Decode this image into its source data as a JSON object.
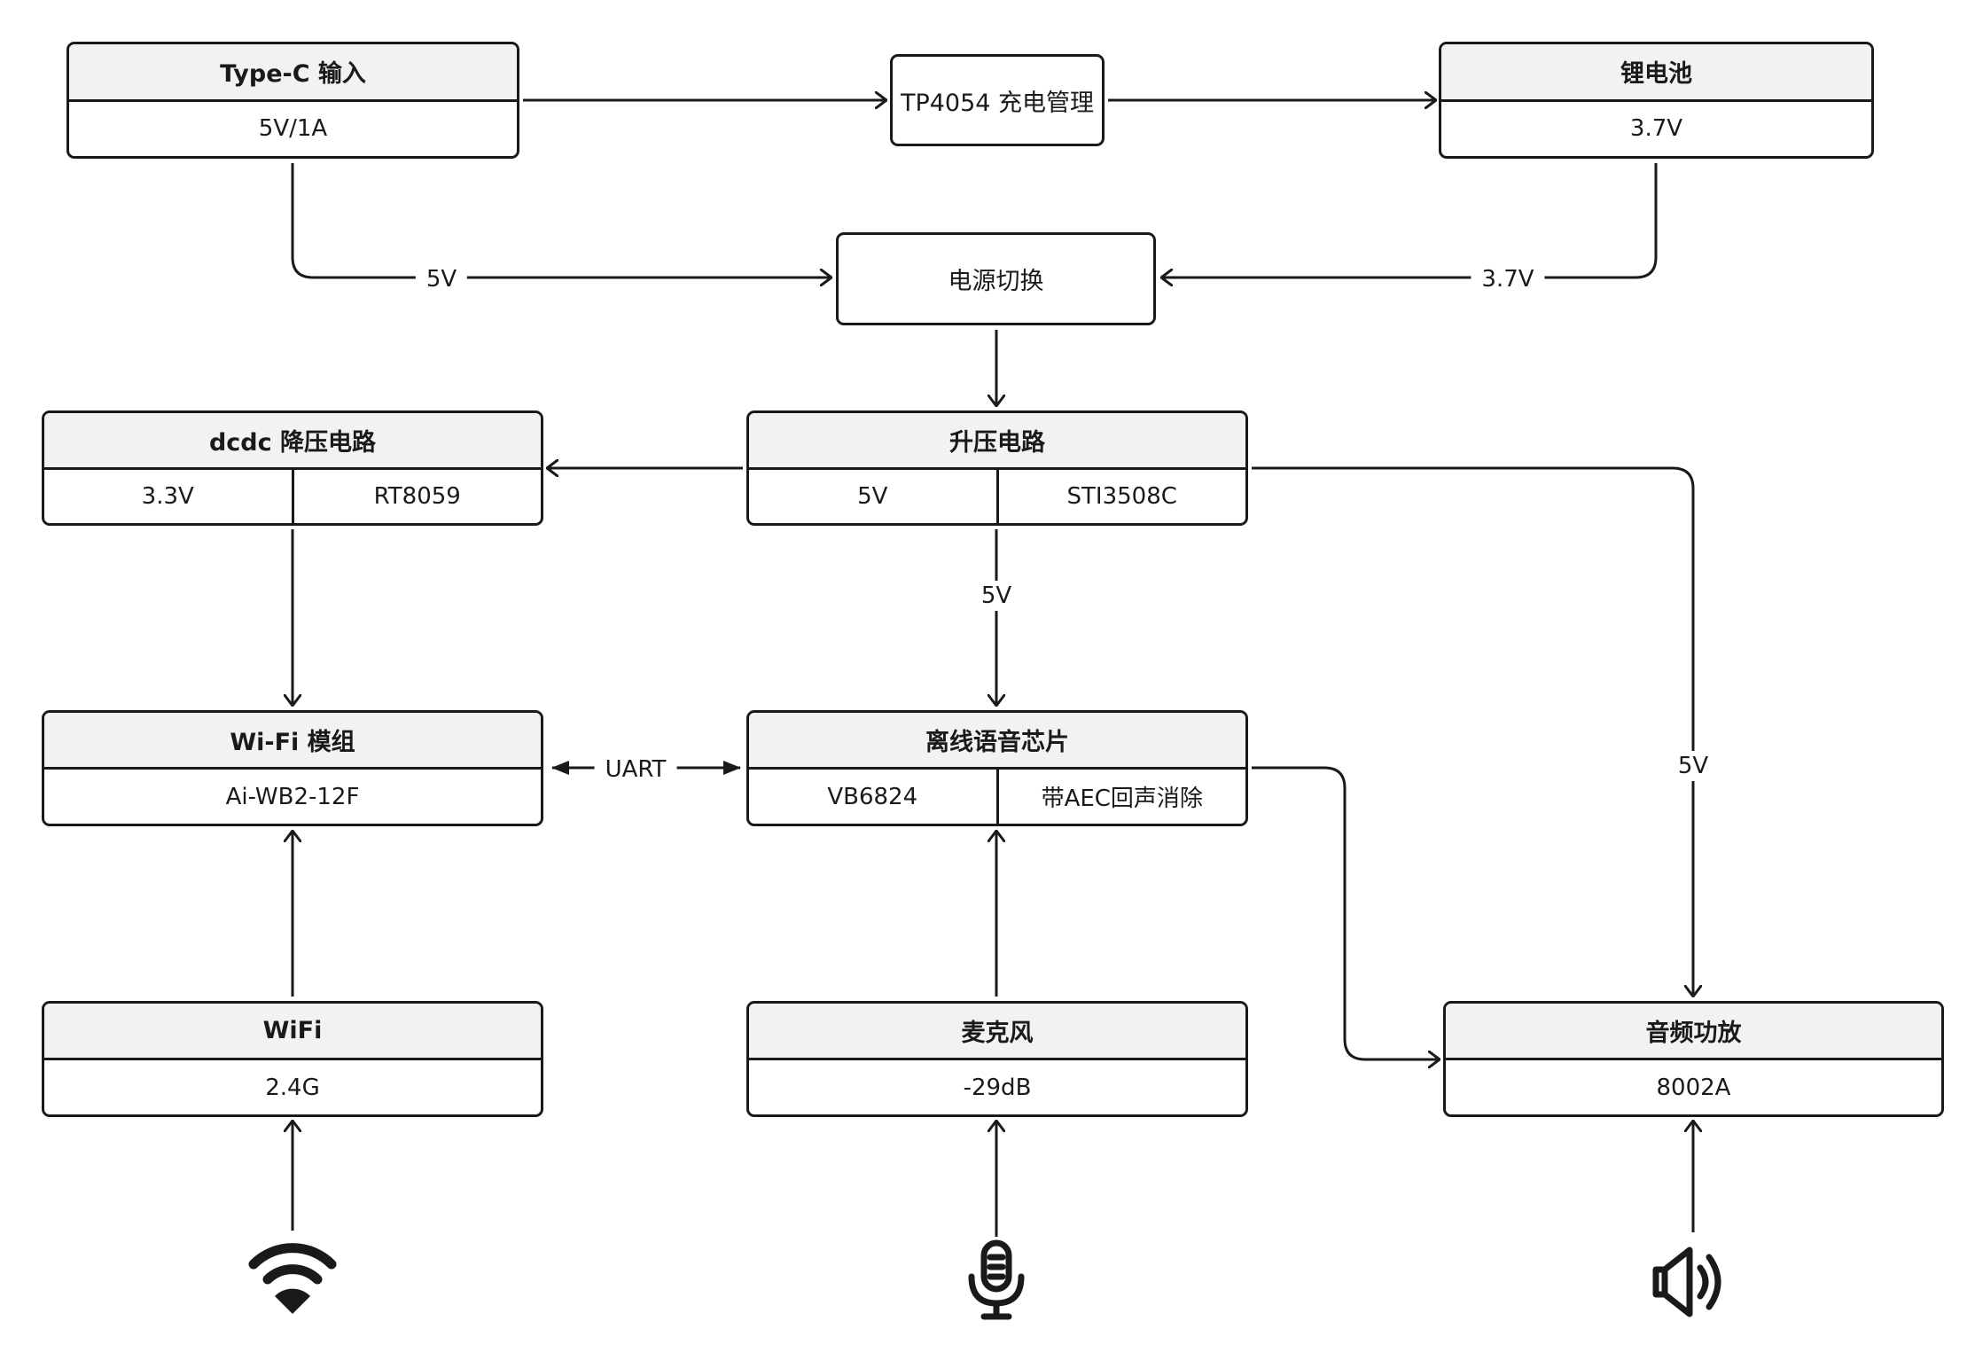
{
  "nodes": {
    "typec": {
      "title": "Type-C 输入",
      "cells": [
        "5V/1A"
      ]
    },
    "tp4054": {
      "label": "TP4054 充电管理"
    },
    "battery": {
      "title": "锂电池",
      "cells": [
        "3.7V"
      ]
    },
    "switch": {
      "label": "电源切换"
    },
    "dcdc": {
      "title": "dcdc 降压电路",
      "cells": [
        "3.3V",
        "RT8059"
      ]
    },
    "boost": {
      "title": "升压电路",
      "cells": [
        "5V",
        "STI3508C"
      ]
    },
    "wifi_mod": {
      "title": "Wi-Fi 模组",
      "cells": [
        "Ai-WB2-12F"
      ]
    },
    "voice": {
      "title": "离线语音芯片",
      "cells": [
        "VB6824",
        "带AEC回声消除"
      ]
    },
    "wifi": {
      "title": "WiFi",
      "cells": [
        "2.4G"
      ]
    },
    "mic": {
      "title": "麦克风",
      "cells": [
        "-29dB"
      ]
    },
    "amp": {
      "title": "音频功放",
      "cells": [
        "8002A"
      ]
    }
  },
  "edge_labels": {
    "typec_switch": "5V",
    "battery_switch": "3.7V",
    "boost_voice": "5V",
    "uart": "UART",
    "boost_amp": "5V"
  },
  "icons": {
    "wifi": "wifi-icon",
    "mic": "microphone-icon",
    "speaker": "speaker-icon"
  },
  "colors": {
    "stroke": "#1a1a1a",
    "header_fill": "#f2f2f2",
    "background": "#ffffff"
  }
}
